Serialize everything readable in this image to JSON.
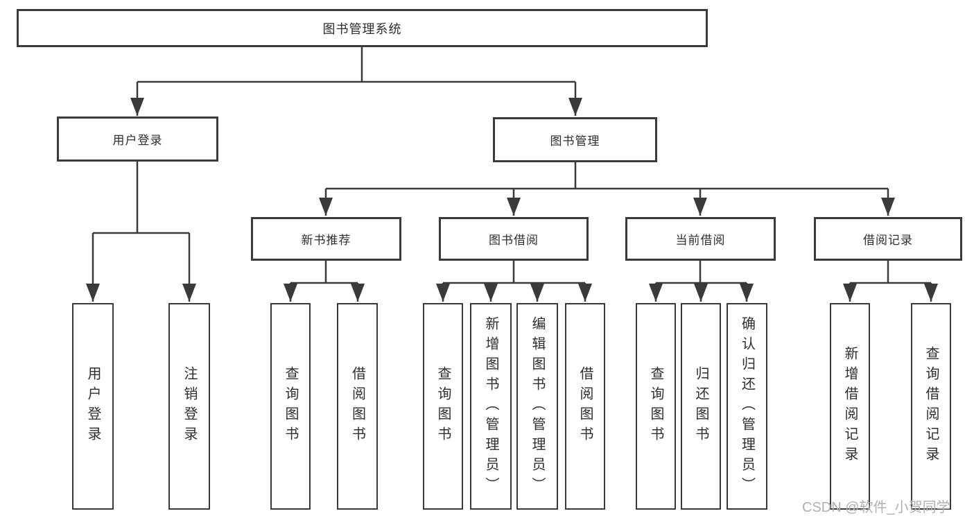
{
  "diagram": {
    "root": {
      "label": "图书管理系统"
    },
    "level2": [
      {
        "id": "user-login-group",
        "label": "用户登录"
      },
      {
        "id": "book-management",
        "label": "图书管理"
      }
    ],
    "level3": [
      {
        "parent": "图书管理",
        "label": "新书推荐"
      },
      {
        "parent": "图书管理",
        "label": "图书借阅"
      },
      {
        "parent": "图书管理",
        "label": "当前借阅"
      },
      {
        "parent": "图书管理",
        "label": "借阅记录"
      }
    ],
    "leaves": [
      {
        "parent": "用户登录",
        "label": "用户登录"
      },
      {
        "parent": "用户登录",
        "label": "注销登录"
      },
      {
        "parent": "新书推荐",
        "label": "查询图书"
      },
      {
        "parent": "新书推荐",
        "label": "借阅图书"
      },
      {
        "parent": "图书借阅",
        "label": "查询图书"
      },
      {
        "parent": "图书借阅",
        "label": "新增图书（管理员）"
      },
      {
        "parent": "图书借阅",
        "label": "编辑图书（管理员）"
      },
      {
        "parent": "图书借阅",
        "label": "借阅图书"
      },
      {
        "parent": "当前借阅",
        "label": "查询图书"
      },
      {
        "parent": "当前借阅",
        "label": "归还图书"
      },
      {
        "parent": "当前借阅",
        "label": "确认归还（管理员）"
      },
      {
        "parent": "借阅记录",
        "label": "新增借阅记录"
      },
      {
        "parent": "借阅记录",
        "label": "查询借阅记录"
      }
    ]
  },
  "watermark": "CSDN @软件_小贺同学",
  "colors": {
    "line": "#3a3a3a",
    "border": "#3a3a3a",
    "text": "#2e2e2e",
    "watermark": "#b0b0b0",
    "background": "#ffffff"
  }
}
